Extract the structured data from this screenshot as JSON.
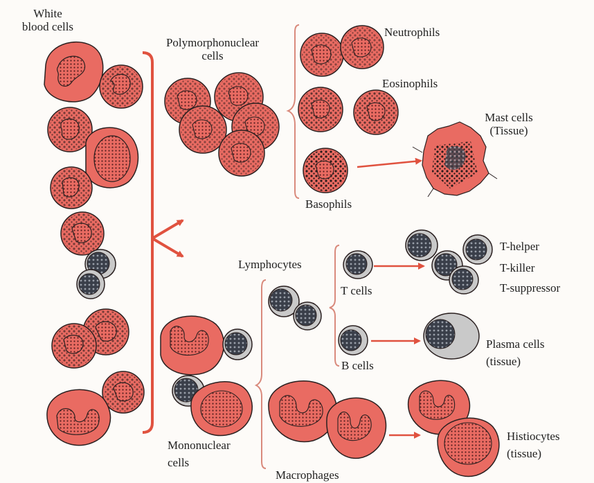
{
  "labels": {
    "wbc_line1": "White",
    "wbc_line2": "blood cells",
    "poly_line1": "Polymorphonuclear",
    "poly_line2": "cells",
    "neutrophils": "Neutrophils",
    "eosinophils": "Eosinophils",
    "mast_line1": "Mast cells",
    "mast_line2": "(Tissue)",
    "basophils": "Basophils",
    "lymphocytes": "Lymphocytes",
    "t_cells": "T cells",
    "t_helper": "T-helper",
    "t_killer": "T-killer",
    "t_suppressor": "T-suppressor",
    "b_cells": "B cells",
    "plasma_line1": "Plasma cells",
    "plasma_line2": "(tissue)",
    "mono_line1": "Mononuclear",
    "mono_line2": "cells",
    "macrophages": "Macrophages",
    "histio_line1": "Histiocytes",
    "histio_line2": "(tissue)"
  },
  "colors": {
    "cytoplasm": "#e96b62",
    "lymph_cytoplasm": "#c9c9c9",
    "nucleus_lymph": "#3a3f4a",
    "arrow": "#e0523f",
    "brace_red": "#e0523f",
    "brace_thin": "#d98a7c",
    "outline": "#2a2020"
  }
}
